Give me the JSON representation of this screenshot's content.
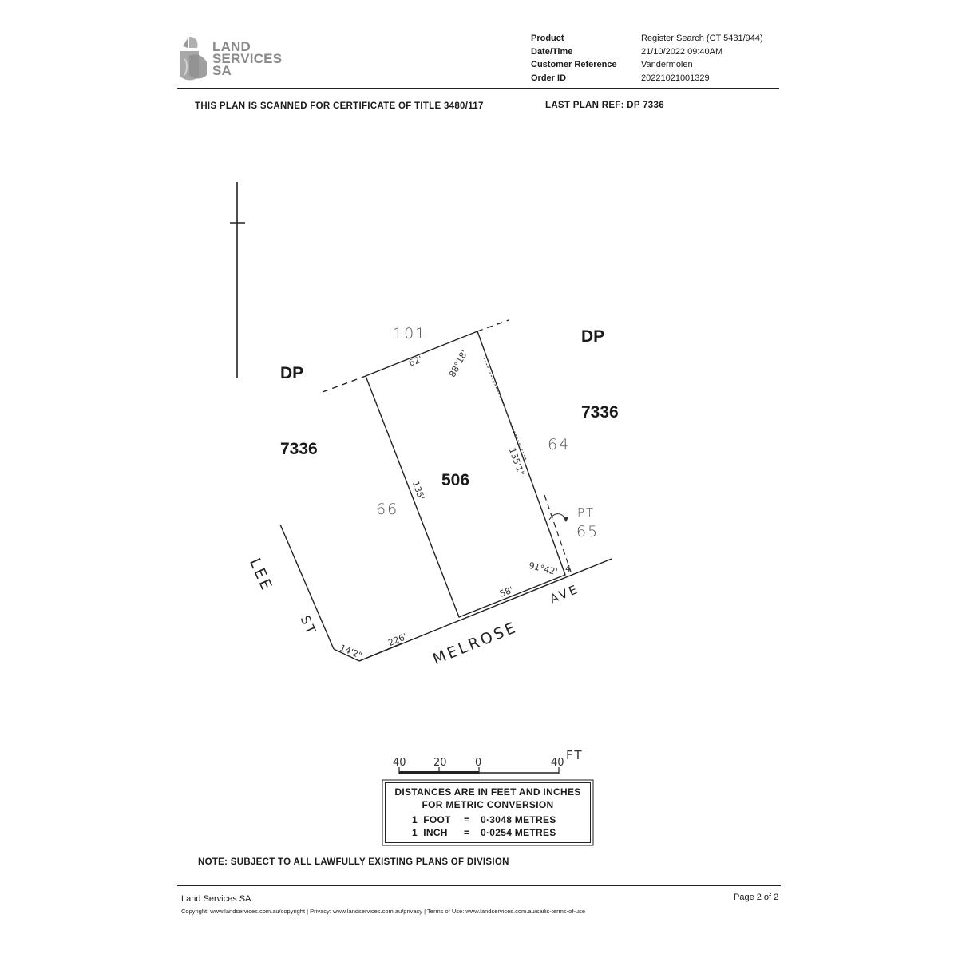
{
  "header": {
    "logo": {
      "line1": "LAND",
      "line2": "SERVICES",
      "line3": "SA",
      "icon": "land-services-leaf-logo"
    },
    "meta": [
      {
        "label": "Product",
        "value": "Register Search (CT 5431/944)"
      },
      {
        "label": "Date/Time",
        "value": "21/10/2022 09:40AM"
      },
      {
        "label": "Customer Reference",
        "value": "Vandermolen"
      },
      {
        "label": "Order ID",
        "value": "20221021001329"
      }
    ]
  },
  "scan_note": {
    "certificate": "THIS PLAN IS SCANNED FOR CERTIFICATE OF TITLE 3480/117",
    "last_plan": "LAST PLAN REF: DP 7336"
  },
  "plan": {
    "dp_left": "DP",
    "dp_left_num": "7336",
    "dp_right": "DP",
    "dp_right_num": "7336",
    "allotment": "506",
    "lot_top": "101",
    "lot_left": "66",
    "lot_right": "64",
    "pt_label": "PT",
    "pt_num": "65",
    "dim_top": "62'",
    "angle_top": "88°18'",
    "dim_left": "135'",
    "dim_right": "135'1\"",
    "angle_bottom": "91°42'",
    "dim_small": "4'",
    "dim_bottom": "58'",
    "dim_corner_a": "226'",
    "dim_corner_b": "14'2\"",
    "street_lee": "LEE",
    "street_st": "ST",
    "street_melrose": "MELROSE",
    "street_ave": "AVE"
  },
  "scale": {
    "ticks": [
      "40",
      "20",
      "0",
      "40"
    ],
    "unit": "FT"
  },
  "conversion": {
    "line1": "DISTANCES ARE IN FEET AND INCHES",
    "line2": "FOR METRIC CONVERSION",
    "row1": {
      "unit": "1  FOOT",
      "eq": "=",
      "value": "0·3048 METRES"
    },
    "row2": {
      "unit": "1  INCH",
      "eq": "=",
      "value": "0·0254 METRES"
    }
  },
  "note": "NOTE: SUBJECT TO ALL LAWFULLY EXISTING PLANS OF DIVISION",
  "footer": {
    "org": "Land Services SA",
    "page": "Page 2 of 2",
    "links": "Copyright: www.landservices.com.au/copyright | Privacy: www.landservices.com.au/privacy | Terms of Use: www.landservices.com.au/sailis-terms-of-use"
  }
}
